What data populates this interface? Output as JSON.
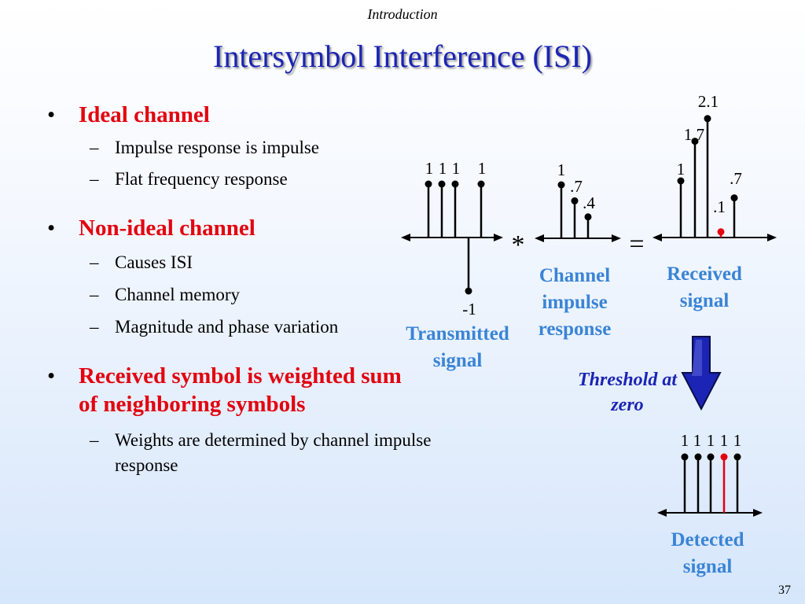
{
  "header": {
    "section": "Introduction",
    "title": "Intersymbol Interference (ISI)"
  },
  "bullets": [
    {
      "text": "Ideal channel",
      "subs": [
        "Impulse response is impulse",
        "Flat frequency response"
      ]
    },
    {
      "text": "Non-ideal channel",
      "subs": [
        "Causes ISI",
        "Channel memory",
        "Magnitude and phase variation"
      ]
    },
    {
      "text": "Received symbol is weighted sum of neighboring symbols",
      "subs": [
        "Weights are determined by channel impulse response"
      ]
    }
  ],
  "diagram": {
    "transmitted": {
      "label": "Transmitted signal",
      "values": [
        1,
        1,
        1,
        -1,
        1
      ],
      "value_labels": [
        "1",
        "1",
        "1",
        "-1",
        "1"
      ]
    },
    "channel": {
      "label": "Channel impulse response",
      "values": [
        1,
        0.7,
        0.4
      ],
      "value_labels": [
        "1",
        ".7",
        ".4"
      ]
    },
    "received": {
      "label": "Received signal",
      "values": [
        1,
        1.7,
        2.1,
        0.1,
        0.7
      ],
      "value_labels": [
        "1",
        "1.7",
        "2.1",
        ".1",
        ".7"
      ],
      "highlight_index": 3
    },
    "detected": {
      "label": "Detected signal",
      "values": [
        1,
        1,
        1,
        1,
        1
      ],
      "value_labels": [
        "1",
        "1",
        "1",
        "1",
        "1"
      ],
      "highlight_index": 3
    },
    "convolution_symbol": "*",
    "equals_symbol": "=",
    "threshold_label": "Threshold at zero",
    "stem_color": "#000000",
    "highlight_color": "#e3000e",
    "arrow_color": "#1b24b4"
  },
  "page_number": "37"
}
